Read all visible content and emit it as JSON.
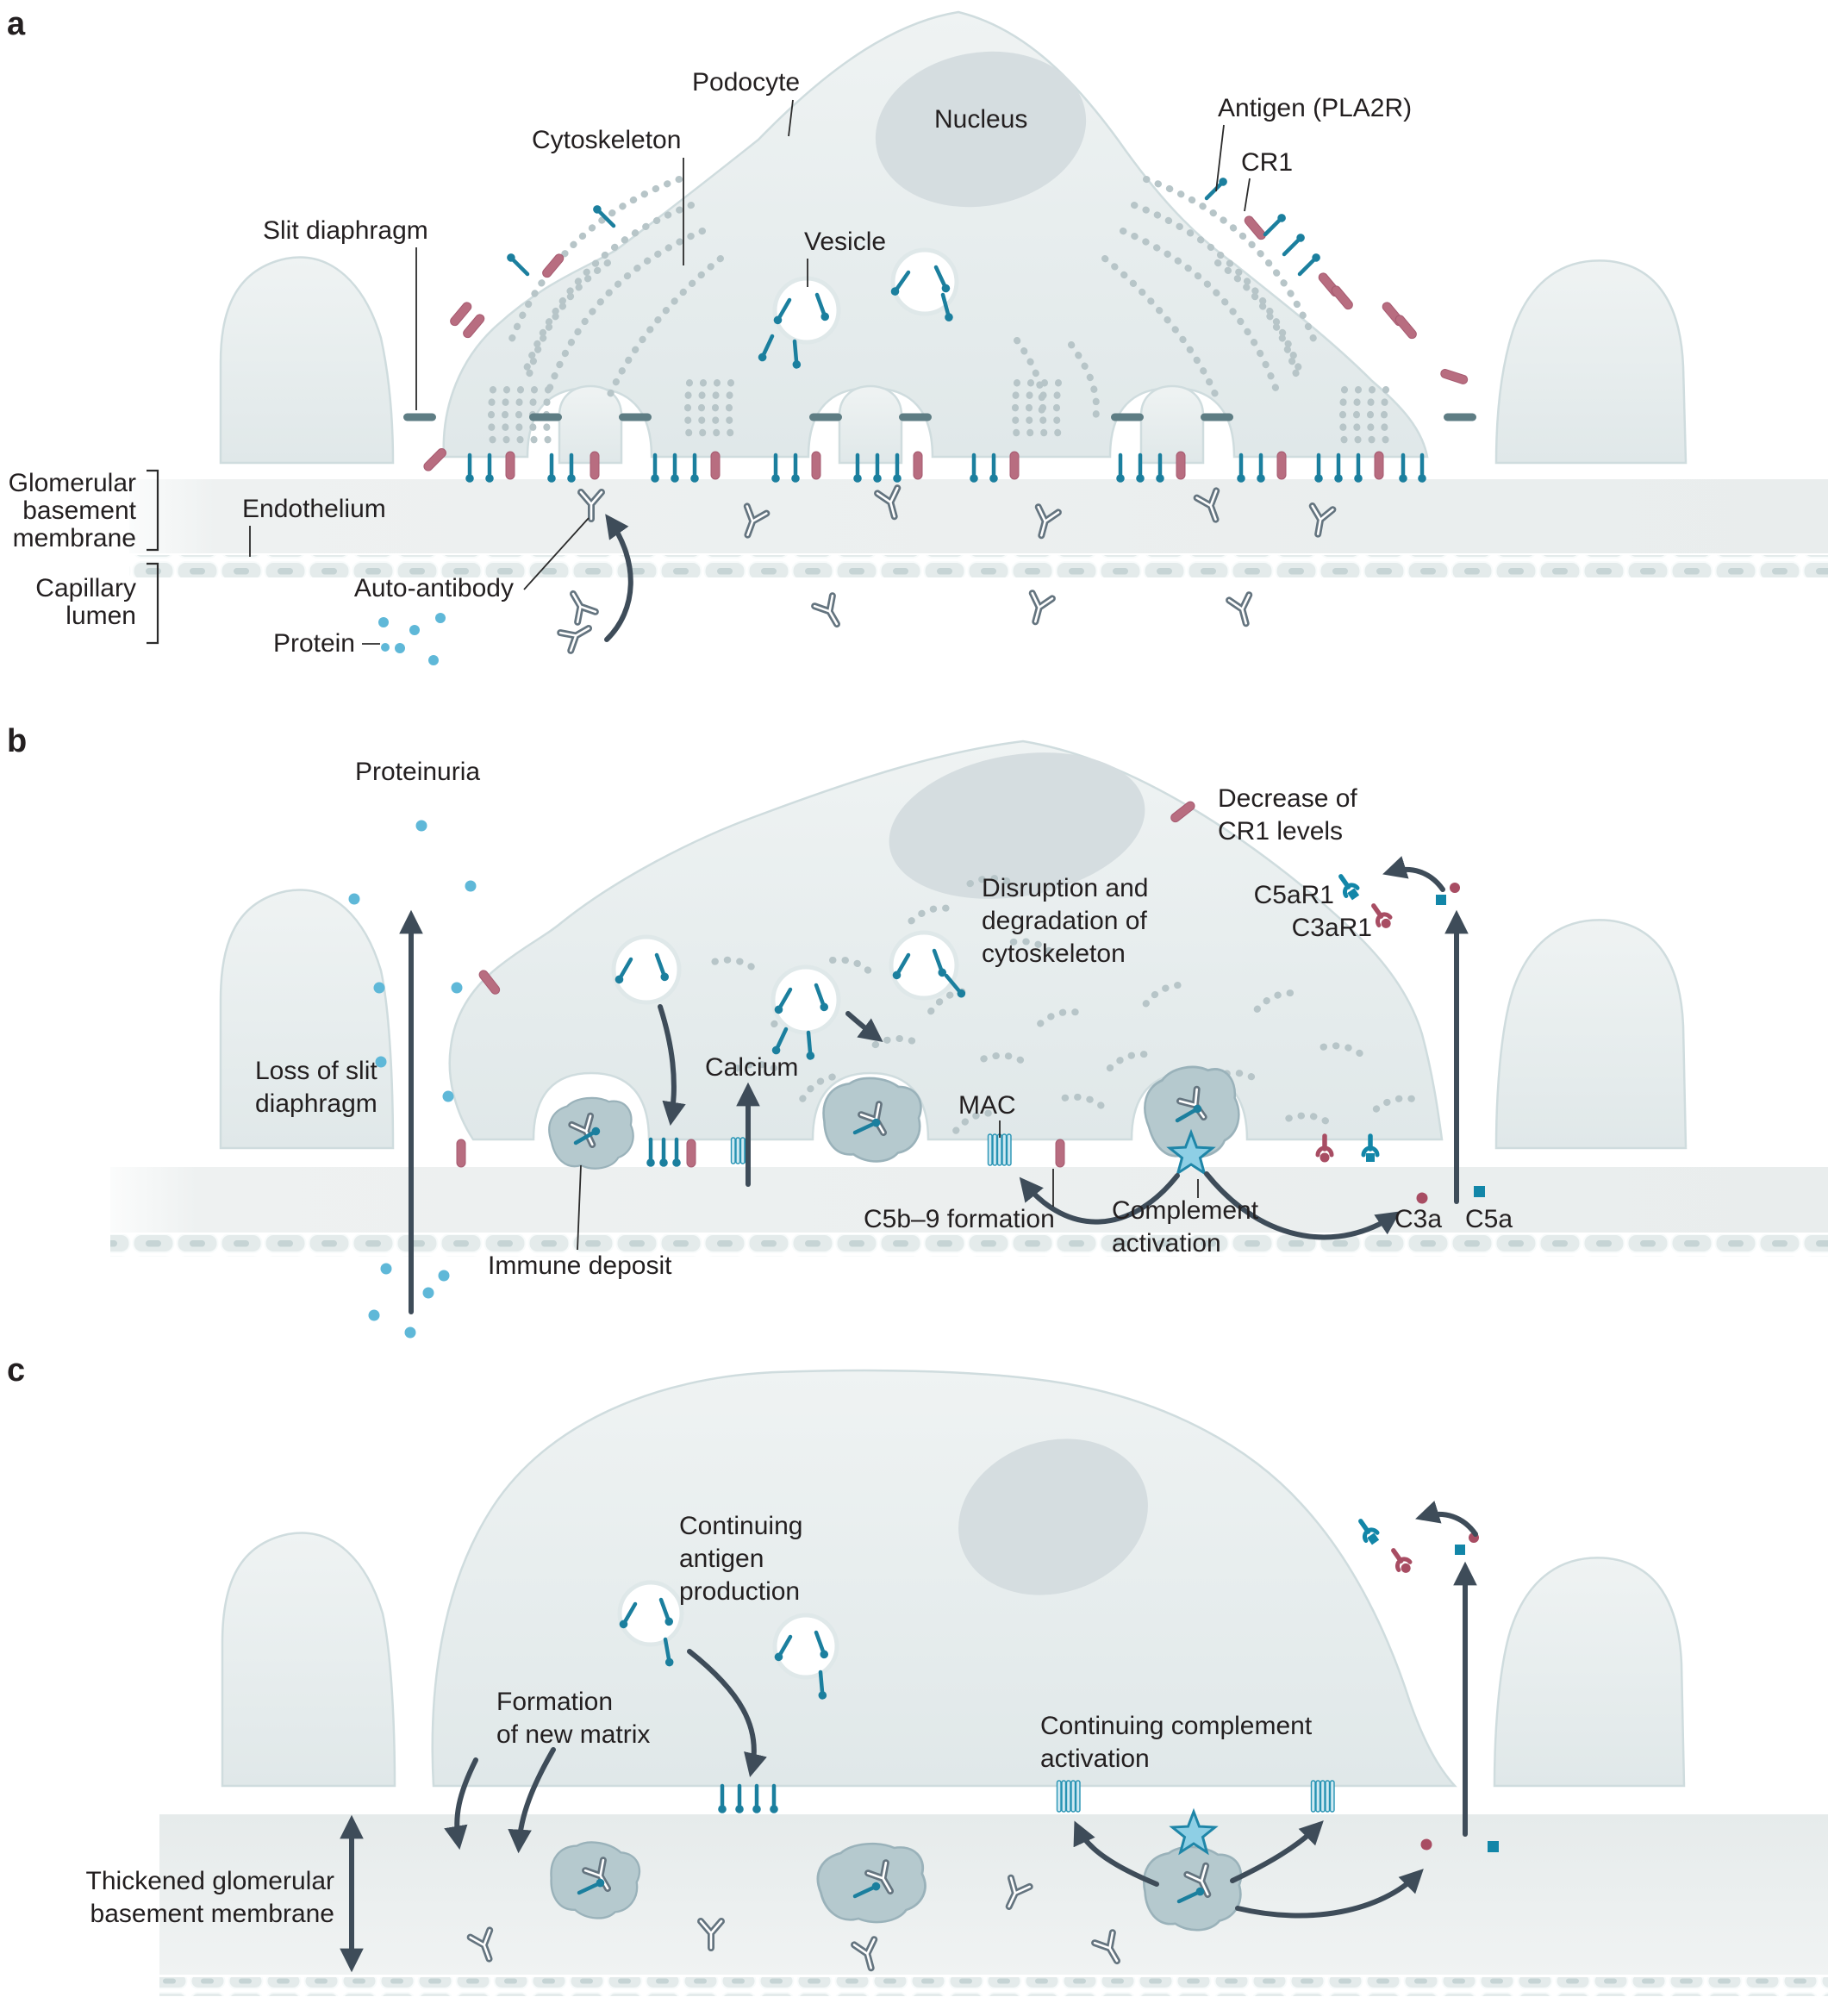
{
  "figure": {
    "description": "Three-stage diagram of podocyte injury in membranous nephropathy",
    "panel_letters": {
      "a": "a",
      "b": "b",
      "c": "c"
    }
  },
  "colors": {
    "teal_antigen": "#1b7f9e",
    "pink_cr1": "#b86d80",
    "maroon_receptor": "#a84d63",
    "teal_receptor": "#1286a8",
    "slate_antibody": "#64747f",
    "arrow": "#3e4c59",
    "protein_dot": "#5fb8d8",
    "cell_fill": "#e7edee",
    "nucleus": "#d5dde0",
    "cytoskeleton_dots": "#b7c5c8",
    "gbm_band": "#e9eded",
    "star_fill": "#8ecfe5",
    "star_stroke": "#1f86a8",
    "mac_fill": "#cfe9f2",
    "mac_stroke": "#2793b3",
    "immune_deposit": "#b5c9ce",
    "slit_bar": "#5e7d84",
    "label_text": "#231f20"
  },
  "icons": {
    "antigen_pin": "teal pin with round head (PLA2R antigen)",
    "cr1_bar": "pink rounded bar (complement receptor 1)",
    "antibody": "grey Y-shaped immunoglobulin",
    "slit_bar": "grey-teal slit diaphragm bridge",
    "mac_channel": "striped teal membrane attack complex pore",
    "calcium_channel": "striped teal calcium channel",
    "complement_star": "light blue star burst (complement activation)",
    "receptor_cup": "stalked cup receptor binding small ligand",
    "protein_dot": "small blue circle (protein)",
    "c3a_ligand": "small maroon dot",
    "c5a_ligand": "small teal square"
  },
  "panel_a": {
    "letter": "a",
    "labels": {
      "slit_diaphragm": "Slit diaphragm",
      "cytoskeleton": "Cytoskeleton",
      "podocyte": "Podocyte",
      "nucleus": "Nucleus",
      "vesicle": "Vesicle",
      "antigen": "Antigen (PLA2R)",
      "cr1": "CR1",
      "gbm_line1": "Glomerular",
      "gbm_line2": "basement",
      "gbm_line3": "membrane",
      "endothelium": "Endothelium",
      "capillary_line1": "Capillary",
      "capillary_line2": "lumen",
      "auto_antibody": "Auto-antibody",
      "protein": "Protein"
    }
  },
  "panel_b": {
    "letter": "b",
    "labels": {
      "proteinuria": "Proteinuria",
      "loss_line1": "Loss of slit",
      "loss_line2": "diaphragm",
      "immune_deposit": "Immune deposit",
      "calcium": "Calcium",
      "mac": "MAC",
      "c5b9_formation": "C5b–9 formation",
      "complement_line1": "Complement",
      "complement_line2": "activation",
      "c3a": "C3a",
      "c5a": "C5a",
      "c5ar1": "C5aR1",
      "c3ar1": "C3aR1",
      "decrease_line1": "Decrease of",
      "decrease_line2": "CR1 levels",
      "disruption_line1": "Disruption and",
      "disruption_line2": "degradation of",
      "disruption_line3": "cytoskeleton"
    }
  },
  "panel_c": {
    "letter": "c",
    "labels": {
      "antigen_line1": "Continuing",
      "antigen_line2": "antigen",
      "antigen_line3": "production",
      "matrix_line1": "Formation",
      "matrix_line2": "of new matrix",
      "complement_line1": "Continuing complement",
      "complement_line2": "activation",
      "thickened_line1": "Thickened glomerular",
      "thickened_line2": "basement membrane"
    }
  }
}
